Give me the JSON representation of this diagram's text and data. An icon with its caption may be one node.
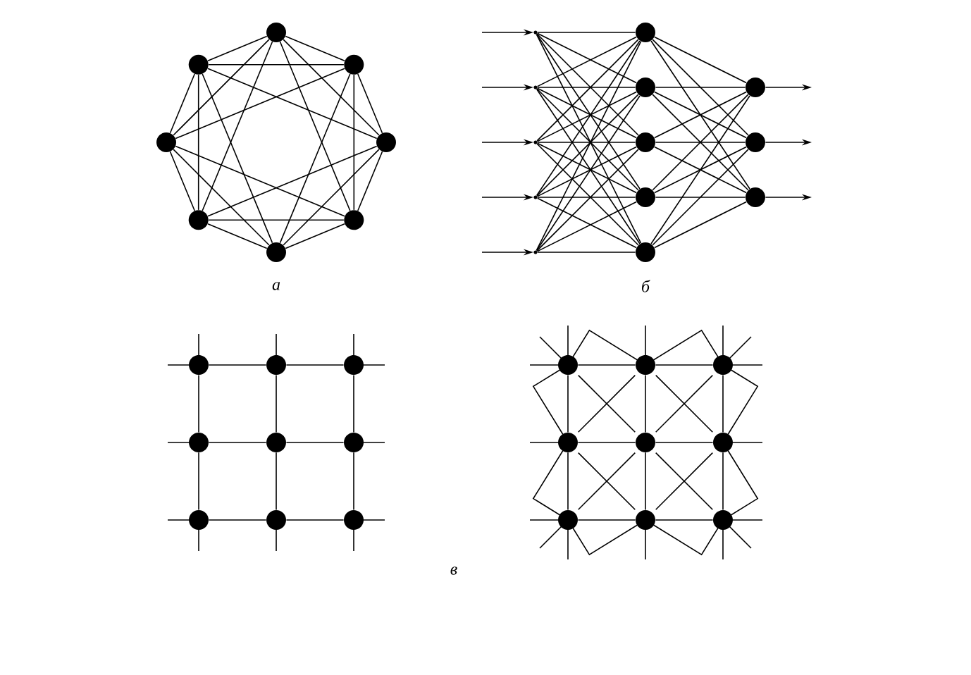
{
  "diagram": {
    "nodes": [
      {
        "text": [],
        "shape": "circle"
      },
      {
        "text": [],
        "shape": "circle"
      },
      {
        "text": [],
        "shape": "circle"
      },
      {
        "text": [],
        "shape": "circle"
      },
      {
        "text": [],
        "shape": "circle"
      },
      {
        "text": [],
        "shape": "circle"
      },
      {
        "text": [],
        "shape": "circle"
      },
      {
        "text": [],
        "shape": "circle"
      },
      {
        "text": [],
        "shape": "point"
      },
      {
        "text": [],
        "shape": "point"
      },
      {
        "text": [],
        "shape": "point"
      },
      {
        "text": [],
        "shape": "point"
      },
      {
        "text": [],
        "shape": "point"
      },
      {
        "text": [],
        "shape": "circle"
      },
      {
        "text": [],
        "shape": "circle"
      },
      {
        "text": [],
        "shape": "circle"
      },
      {
        "text": [],
        "shape": "circle"
      },
      {
        "text": [],
        "shape": "circle"
      },
      {
        "text": [],
        "shape": "circle"
      },
      {
        "text": [],
        "shape": "circle"
      },
      {
        "text": [],
        "shape": "circle"
      },
      {
        "text": [],
        "shape": "circle"
      },
      {
        "text": [],
        "shape": "circle"
      },
      {
        "text": [],
        "shape": "circle"
      },
      {
        "text": [],
        "shape": "circle"
      },
      {
        "text": [],
        "shape": "circle"
      },
      {
        "text": [],
        "shape": "circle"
      },
      {
        "text": [],
        "shape": "circle"
      },
      {
        "text": [],
        "shape": "circle"
      },
      {
        "text": [],
        "shape": "circle"
      },
      {
        "text": [],
        "shape": "circle"
      },
      {
        "text": [],
        "shape": "circle"
      },
      {
        "text": [],
        "shape": "circle"
      },
      {
        "text": [],
        "shape": "circle"
      },
      {
        "text": [],
        "shape": "circle"
      },
      {
        "text": [],
        "shape": "circle"
      },
      {
        "text": [],
        "shape": "circle"
      },
      {
        "text": [],
        "shape": "circle"
      },
      {
        "text": [],
        "shape": "circle"
      }
    ],
    "edges": [
      {
        "from": 0,
        "to": 1,
        "arrow": "none"
      },
      {
        "from": 0,
        "to": 2,
        "arrow": "none"
      },
      {
        "from": 0,
        "to": 3,
        "arrow": "none"
      },
      {
        "from": 1,
        "to": 2,
        "arrow": "none"
      },
      {
        "from": 1,
        "to": 3,
        "arrow": "none"
      },
      {
        "from": 1,
        "to": 4,
        "arrow": "none"
      },
      {
        "from": 2,
        "to": 3,
        "arrow": "none"
      },
      {
        "from": 2,
        "to": 4,
        "arrow": "none"
      },
      {
        "from": 2,
        "to": 5,
        "arrow": "none"
      },
      {
        "from": 3,
        "to": 4,
        "arrow": "none"
      },
      {
        "from": 3,
        "to": 5,
        "arrow": "none"
      },
      {
        "from": 3,
        "to": 6,
        "arrow": "none"
      },
      {
        "from": 4,
        "to": 5,
        "arrow": "none"
      },
      {
        "from": 4,
        "to": 6,
        "arrow": "none"
      },
      {
        "from": 4,
        "to": 7,
        "arrow": "none"
      },
      {
        "from": 5,
        "to": 6,
        "arrow": "none"
      },
      {
        "from": 5,
        "to": 7,
        "arrow": "none"
      },
      {
        "from": 5,
        "to": 0,
        "arrow": "none"
      },
      {
        "from": 6,
        "to": 7,
        "arrow": "none"
      },
      {
        "from": 6,
        "to": 0,
        "arrow": "none"
      },
      {
        "from": 6,
        "to": 1,
        "arrow": "none"
      },
      {
        "from": 7,
        "to": 0,
        "arrow": "none"
      },
      {
        "from": 7,
        "to": 1,
        "arrow": "none"
      },
      {
        "from": 7,
        "to": 2,
        "arrow": "none"
      },
      {
        "from": null,
        "to": 8,
        "arrow": "to"
      },
      {
        "from": null,
        "to": 9,
        "arrow": "to"
      },
      {
        "from": null,
        "to": 10,
        "arrow": "to"
      },
      {
        "from": null,
        "to": 11,
        "arrow": "to"
      },
      {
        "from": null,
        "to": 12,
        "arrow": "to"
      },
      {
        "from": 8,
        "to": 13,
        "arrow": "none"
      },
      {
        "from": 8,
        "to": 14,
        "arrow": "none"
      },
      {
        "from": 8,
        "to": 15,
        "arrow": "none"
      },
      {
        "from": 8,
        "to": 16,
        "arrow": "none"
      },
      {
        "from": 8,
        "to": 17,
        "arrow": "none"
      },
      {
        "from": 9,
        "to": 13,
        "arrow": "none"
      },
      {
        "from": 9,
        "to": 14,
        "arrow": "none"
      },
      {
        "from": 9,
        "to": 15,
        "arrow": "none"
      },
      {
        "from": 9,
        "to": 16,
        "arrow": "none"
      },
      {
        "from": 9,
        "to": 17,
        "arrow": "none"
      },
      {
        "from": 10,
        "to": 13,
        "arrow": "none"
      },
      {
        "from": 10,
        "to": 14,
        "arrow": "none"
      },
      {
        "from": 10,
        "to": 15,
        "arrow": "none"
      },
      {
        "from": 10,
        "to": 16,
        "arrow": "none"
      },
      {
        "from": 10,
        "to": 17,
        "arrow": "none"
      },
      {
        "from": 11,
        "to": 13,
        "arrow": "none"
      },
      {
        "from": 11,
        "to": 14,
        "arrow": "none"
      },
      {
        "from": 11,
        "to": 15,
        "arrow": "none"
      },
      {
        "from": 11,
        "to": 16,
        "arrow": "none"
      },
      {
        "from": 11,
        "to": 17,
        "arrow": "none"
      },
      {
        "from": 12,
        "to": 13,
        "arrow": "none"
      },
      {
        "from": 12,
        "to": 14,
        "arrow": "none"
      },
      {
        "from": 12,
        "to": 15,
        "arrow": "none"
      },
      {
        "from": 12,
        "to": 16,
        "arrow": "none"
      },
      {
        "from": 12,
        "to": 17,
        "arrow": "none"
      },
      {
        "from": 13,
        "to": 18,
        "arrow": "none"
      },
      {
        "from": 13,
        "to": 19,
        "arrow": "none"
      },
      {
        "from": 13,
        "to": 20,
        "arrow": "none"
      },
      {
        "from": 14,
        "to": 18,
        "arrow": "none"
      },
      {
        "from": 14,
        "to": 19,
        "arrow": "none"
      },
      {
        "from": 14,
        "to": 20,
        "arrow": "none"
      },
      {
        "from": 15,
        "to": 18,
        "arrow": "none"
      },
      {
        "from": 15,
        "to": 19,
        "arrow": "none"
      },
      {
        "from": 15,
        "to": 20,
        "arrow": "none"
      },
      {
        "from": 16,
        "to": 18,
        "arrow": "none"
      },
      {
        "from": 16,
        "to": 19,
        "arrow": "none"
      },
      {
        "from": 16,
        "to": 20,
        "arrow": "none"
      },
      {
        "from": 17,
        "to": 18,
        "arrow": "none"
      },
      {
        "from": 17,
        "to": 19,
        "arrow": "none"
      },
      {
        "from": 17,
        "to": 20,
        "arrow": "none"
      },
      {
        "from": 18,
        "to": null,
        "arrow": "to"
      },
      {
        "from": 19,
        "to": null,
        "arrow": "to"
      },
      {
        "from": 20,
        "to": null,
        "arrow": "to"
      },
      {
        "from": 21,
        "to": 22,
        "arrow": "none"
      },
      {
        "from": 22,
        "to": 23,
        "arrow": "none"
      },
      {
        "from": 24,
        "to": 25,
        "arrow": "none"
      },
      {
        "from": 25,
        "to": 26,
        "arrow": "none"
      },
      {
        "from": 27,
        "to": 28,
        "arrow": "none"
      },
      {
        "from": 28,
        "to": 29,
        "arrow": "none"
      },
      {
        "from": 21,
        "to": 24,
        "arrow": "none"
      },
      {
        "from": 24,
        "to": 27,
        "arrow": "none"
      },
      {
        "from": 22,
        "to": 25,
        "arrow": "none"
      },
      {
        "from": 25,
        "to": 28,
        "arrow": "none"
      },
      {
        "from": 23,
        "to": 26,
        "arrow": "none"
      },
      {
        "from": 26,
        "to": 29,
        "arrow": "none"
      },
      {
        "from": 30,
        "to": 31,
        "arrow": "none"
      },
      {
        "from": 31,
        "to": 32,
        "arrow": "none"
      },
      {
        "from": 33,
        "to": 34,
        "arrow": "none"
      },
      {
        "from": 34,
        "to": 35,
        "arrow": "none"
      },
      {
        "from": 36,
        "to": 37,
        "arrow": "none"
      },
      {
        "from": 37,
        "to": 38,
        "arrow": "none"
      },
      {
        "from": 30,
        "to": 33,
        "arrow": "none"
      },
      {
        "from": 33,
        "to": 36,
        "arrow": "none"
      },
      {
        "from": 31,
        "to": 34,
        "arrow": "none"
      },
      {
        "from": 34,
        "to": 37,
        "arrow": "none"
      },
      {
        "from": 32,
        "to": 35,
        "arrow": "none"
      },
      {
        "from": 35,
        "to": 38,
        "arrow": "none"
      },
      {
        "from": 30,
        "to": 34,
        "arrow": "none"
      },
      {
        "from": 31,
        "to": 33,
        "arrow": "none"
      },
      {
        "from": 31,
        "to": 35,
        "arrow": "none"
      },
      {
        "from": 32,
        "to": 34,
        "arrow": "none"
      },
      {
        "from": 33,
        "to": 37,
        "arrow": "none"
      },
      {
        "from": 34,
        "to": 36,
        "arrow": "none"
      },
      {
        "from": 34,
        "to": 38,
        "arrow": "none"
      },
      {
        "from": 35,
        "to": 37,
        "arrow": "none"
      },
      {
        "from": 30,
        "to": 31,
        "arrow": "none"
      },
      {
        "from": 31,
        "to": 32,
        "arrow": "none"
      },
      {
        "from": 36,
        "to": 37,
        "arrow": "none"
      },
      {
        "from": 37,
        "to": 38,
        "arrow": "none"
      },
      {
        "from": 30,
        "to": 33,
        "arrow": "none"
      },
      {
        "from": 33,
        "to": 36,
        "arrow": "none"
      },
      {
        "from": 32,
        "to": 35,
        "arrow": "none"
      },
      {
        "from": 35,
        "to": 38,
        "arrow": "none"
      }
    ],
    "labels": [
      "а",
      "б",
      "в"
    ]
  }
}
